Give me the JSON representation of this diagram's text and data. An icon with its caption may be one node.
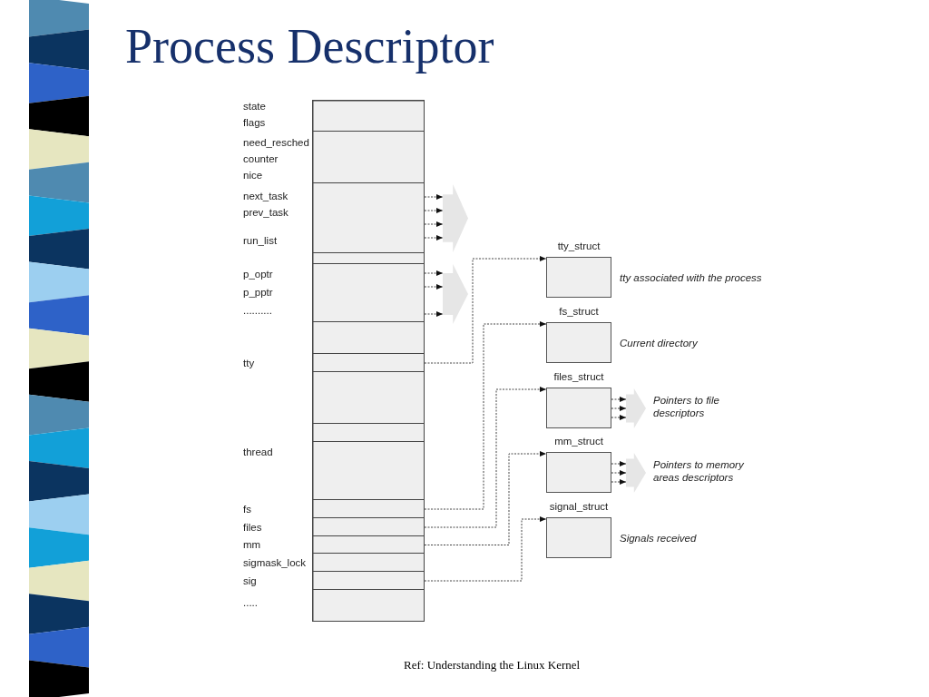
{
  "diagram": {
    "title": "Process Descriptor",
    "caption": "Ref: Understanding the Linux Kernel",
    "nodes": [
      {
        "text": [],
        "shape": "box"
      },
      {
        "text": [
          "state",
          "flags"
        ],
        "in": 0
      },
      {
        "text": [
          "need_resched",
          "counter",
          "nice"
        ],
        "in": 0
      },
      {
        "text": [
          "next_task",
          "prev_task",
          "run_list"
        ],
        "in": 0
      },
      {
        "text": [],
        "shape": "box",
        "in": 0
      },
      {
        "text": [
          "p_optr",
          "p_pptr",
          ".........."
        ],
        "in": 0
      },
      {
        "text": [],
        "shape": "box",
        "in": 0
      },
      {
        "text": [
          "tty"
        ],
        "in": 0
      },
      {
        "text": [],
        "shape": "box",
        "in": 0
      },
      {
        "text": [],
        "shape": "box",
        "in": 0
      },
      {
        "text": [
          "thread"
        ],
        "in": 0
      },
      {
        "text": [
          "fs"
        ],
        "in": 0
      },
      {
        "text": [
          "files"
        ],
        "in": 0
      },
      {
        "text": [
          "mm"
        ],
        "in": 0
      },
      {
        "text": [
          "sigmask_lock"
        ],
        "in": 0
      },
      {
        "text": [
          "sig"
        ],
        "in": 0
      },
      {
        "text": [
          "....."
        ],
        "in": 0
      },
      {
        "text": [
          "tty_struct"
        ],
        "beside": [
          "tty associated with the process"
        ]
      },
      {
        "text": [
          "fs_struct"
        ],
        "beside": [
          "Current directory"
        ]
      },
      {
        "text": [
          "files_struct"
        ]
      },
      {
        "text": [
          "mm_struct"
        ]
      },
      {
        "text": [
          "signal_struct"
        ],
        "beside": [
          "Signals received"
        ]
      },
      {
        "text": [],
        "shape": "arrow"
      },
      {
        "text": [],
        "shape": "arrow"
      },
      {
        "text": [],
        "shape": "arrow",
        "beside": [
          "Pointers to file descriptors"
        ]
      },
      {
        "text": [],
        "shape": "arrow",
        "beside": [
          "Pointers to memory areas descriptors"
        ]
      }
    ],
    "edges": [
      {
        "from": 3,
        "to": 22,
        "arrow": "to",
        "style": "dashed"
      },
      {
        "from": 3,
        "to": 22,
        "arrow": "to",
        "style": "dashed"
      },
      {
        "from": 3,
        "to": 22,
        "arrow": "to",
        "style": "dashed"
      },
      {
        "from": 3,
        "to": 22,
        "arrow": "to",
        "style": "dashed"
      },
      {
        "from": 5,
        "to": 23,
        "arrow": "to",
        "style": "dashed"
      },
      {
        "from": 5,
        "to": 23,
        "arrow": "to",
        "style": "dashed"
      },
      {
        "from": 5,
        "to": 23,
        "arrow": "to",
        "style": "dashed"
      },
      {
        "from": 7,
        "to": 17,
        "arrow": "to",
        "style": "dashed"
      },
      {
        "from": 11,
        "to": 18,
        "arrow": "to",
        "style": "dashed"
      },
      {
        "from": 12,
        "to": 19,
        "arrow": "to",
        "style": "dashed"
      },
      {
        "from": 13,
        "to": 20,
        "arrow": "to",
        "style": "dashed"
      },
      {
        "from": 15,
        "to": 21,
        "arrow": "to",
        "style": "dashed"
      },
      {
        "from": 19,
        "to": 24,
        "arrow": "to",
        "style": "dashed"
      },
      {
        "from": 19,
        "to": 24,
        "arrow": "to",
        "style": "dashed"
      },
      {
        "from": 19,
        "to": 24,
        "arrow": "to",
        "style": "dashed"
      },
      {
        "from": 20,
        "to": 25,
        "arrow": "to",
        "style": "dashed"
      },
      {
        "from": 20,
        "to": 25,
        "arrow": "to",
        "style": "dashed"
      },
      {
        "from": 20,
        "to": 25,
        "arrow": "to",
        "style": "dashed"
      }
    ]
  }
}
